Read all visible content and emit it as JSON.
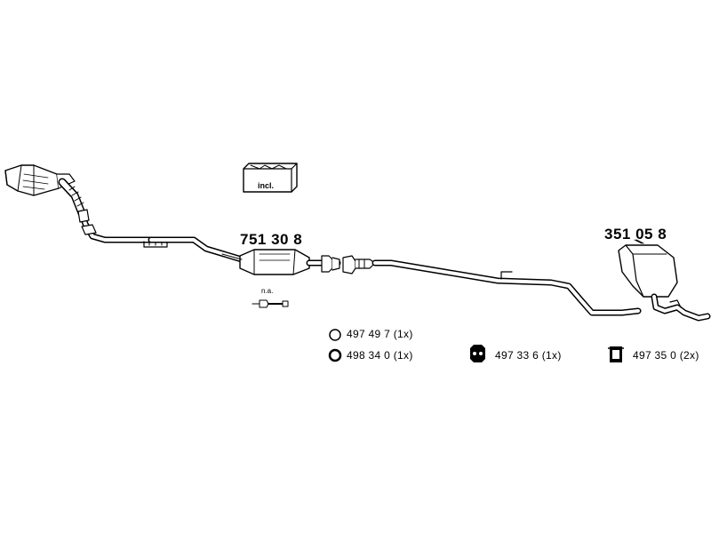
{
  "parts": {
    "center_catalyst": {
      "number": "751 30 8"
    },
    "rear_muffler": {
      "number": "351 05 8"
    }
  },
  "kit": {
    "label": "incl."
  },
  "sensor": {
    "note": "n.a."
  },
  "legend": [
    {
      "icon": "ring-icon",
      "text": "497 49 7 (1x)"
    },
    {
      "icon": "ring-icon",
      "text": "498 34 0 (1x)"
    },
    {
      "icon": "rubber-hanger-icon",
      "text": "497 33 6 (1x)"
    },
    {
      "icon": "rubber-mount-icon",
      "text": "497 35 0 (2x)"
    }
  ]
}
